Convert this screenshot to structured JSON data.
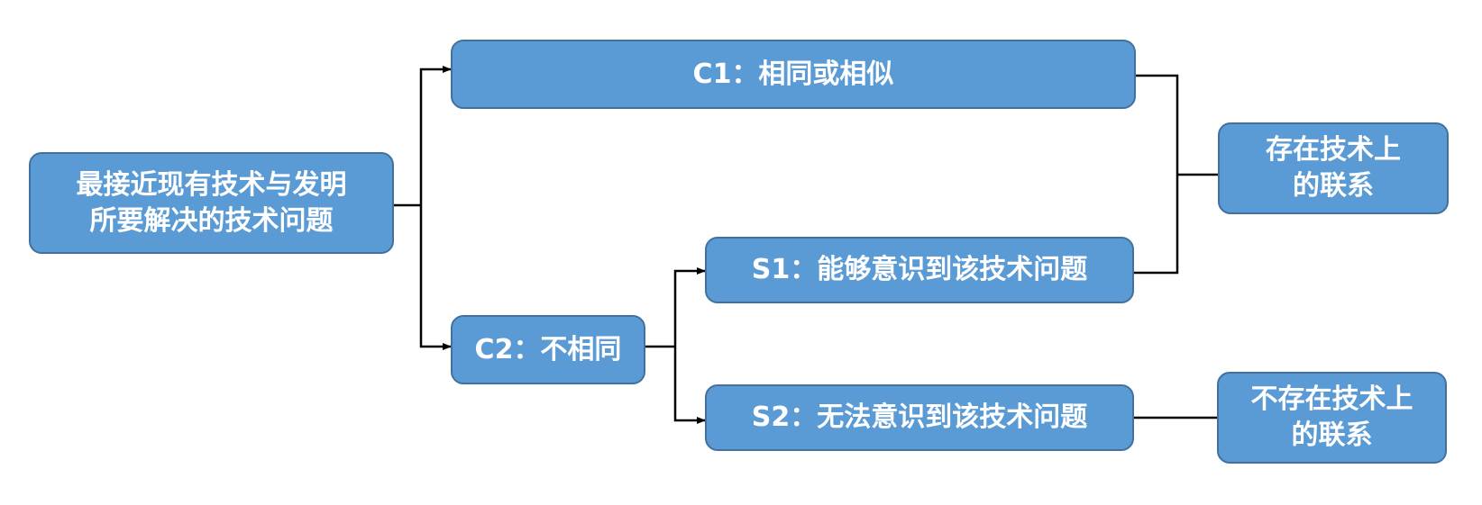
{
  "nodes": {
    "root": "最接近现有技术与发明\n所要解决的技术问题",
    "c1": "C1：相同或相似",
    "c2": "C2：不相同",
    "s1": "S1：能够意识到该技术问题",
    "s2": "S2：无法意识到该技术问题",
    "result_yes": "存在技术上\n的联系",
    "result_no": "不存在技术上\n的联系"
  },
  "colors": {
    "node_fill": "#5b9bd5",
    "node_border": "#41719c",
    "node_text": "#ffffff",
    "connector": "#000000"
  }
}
